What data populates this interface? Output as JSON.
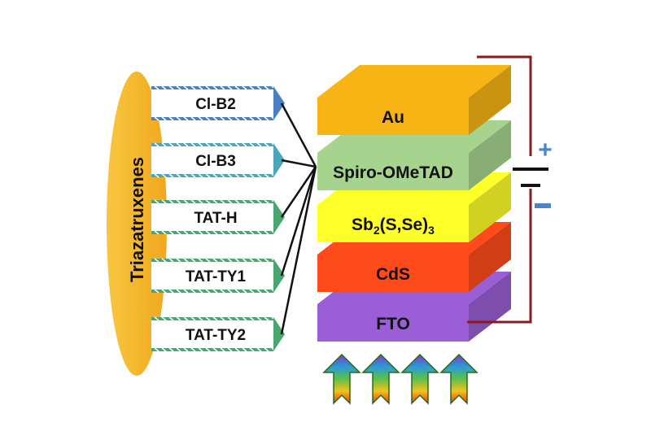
{
  "group_label": "Triazatruxenes",
  "materials": [
    {
      "label": "Cl-B2",
      "color": "#4a7fc0"
    },
    {
      "label": "Cl-B3",
      "color": "#4aa6b8"
    },
    {
      "label": "TAT-H",
      "color": "#4aa670"
    },
    {
      "label": "TAT-TY1",
      "color": "#4aa670"
    },
    {
      "label": "TAT-TY2",
      "color": "#4aa670"
    }
  ],
  "layers": [
    {
      "label": "Au",
      "color": "#f7b414"
    },
    {
      "label": "Spiro-OMeTAD",
      "color": "#a6d48f"
    },
    {
      "label": "Sb",
      "sub1": "2",
      "mid": "(S,Se)",
      "sub2": "3",
      "color": "#ffff2a"
    },
    {
      "label": "CdS",
      "color": "#ff4a1a"
    },
    {
      "label": "FTO",
      "color": "#9a5fd6"
    }
  ],
  "polarity": {
    "plus": "+",
    "minus": "−"
  },
  "circuit_color": "#8b1a1a",
  "light_arrows": 4
}
